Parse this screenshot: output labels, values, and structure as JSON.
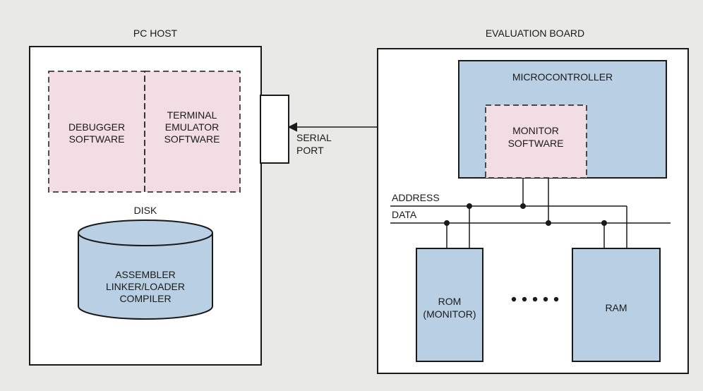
{
  "colors": {
    "background": "#e9e9e6",
    "panel": "#ffffff",
    "outline": "#1a1a1a",
    "blue": "#b9cfe3",
    "pink": "#f3dde4"
  },
  "pc_host": {
    "title": "PC HOST",
    "debugger": {
      "line1": "DEBUGGER",
      "line2": "SOFTWARE"
    },
    "terminal": {
      "line1": "TERMINAL",
      "line2": "EMULATOR",
      "line3": "SOFTWARE"
    },
    "disk": {
      "label": "DISK",
      "line1": "ASSEMBLER",
      "line2": "LINKER/LOADER",
      "line3": "COMPILER"
    }
  },
  "serial_port": {
    "line1": "SERIAL",
    "line2": "PORT"
  },
  "evaluation_board": {
    "title": "EVALUATION BOARD",
    "microcontroller": "MICROCONTROLLER",
    "monitor": {
      "line1": "MONITOR",
      "line2": "SOFTWARE"
    },
    "bus": {
      "address": "ADDRESS",
      "data": "DATA"
    },
    "rom": {
      "line1": "ROM",
      "line2": "(MONITOR)"
    },
    "ram": "RAM",
    "ellipsis_dots": 5
  }
}
